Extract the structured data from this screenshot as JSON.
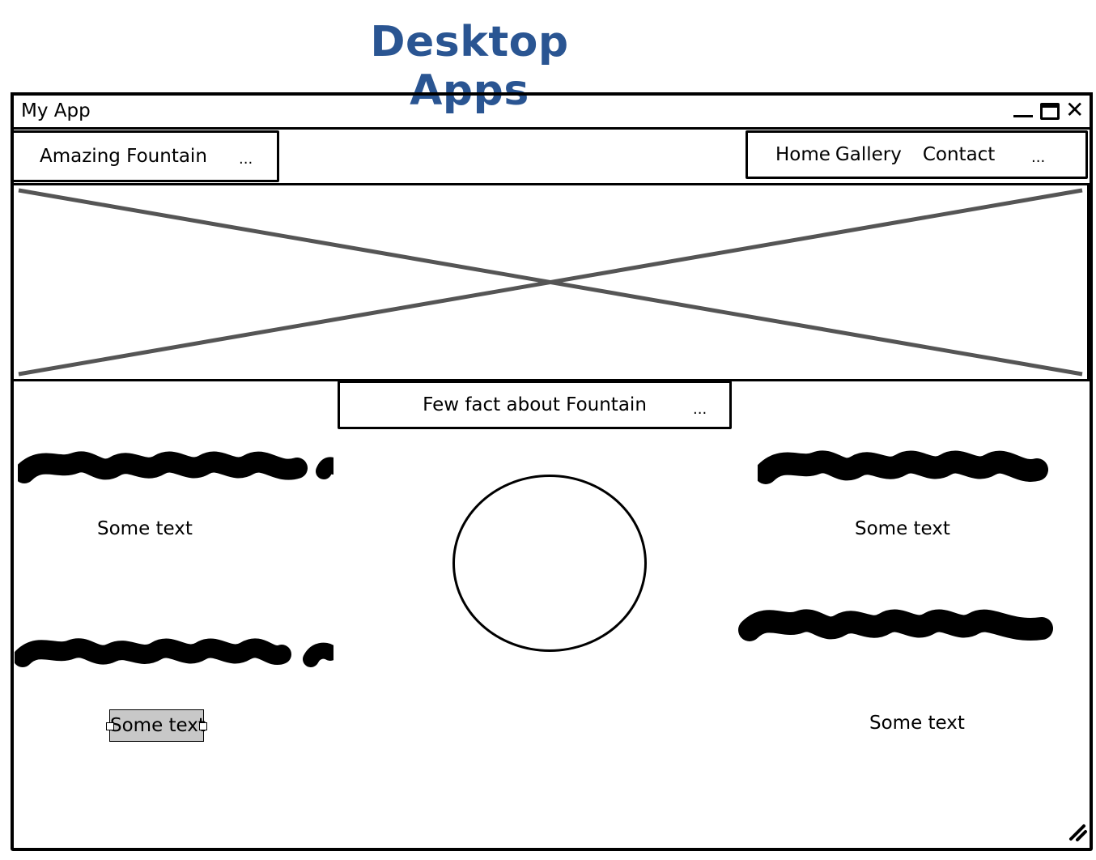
{
  "page": {
    "title": "Desktop Apps"
  },
  "window": {
    "title": "My App",
    "controls": {
      "minimize": "minimize-icon",
      "maximize": "maximize-icon",
      "close": "close-icon"
    }
  },
  "header": {
    "brand_label": "Amazing Fountain",
    "brand_more": "...",
    "nav": [
      {
        "label": "Home"
      },
      {
        "label": "Gallery"
      },
      {
        "label": "Contact"
      }
    ],
    "nav_more": "..."
  },
  "hero": {
    "icon": "image-placeholder-icon"
  },
  "facts": {
    "heading": "Few fact about Fountain",
    "more": "...",
    "items": [
      {
        "label": "Some text"
      },
      {
        "label": "Some text"
      },
      {
        "label": "Some text"
      },
      {
        "label": "Some text"
      }
    ]
  },
  "colors": {
    "title": "#2a5592",
    "selection": "#c8c8c8",
    "placeholder_stroke": "#555555"
  }
}
